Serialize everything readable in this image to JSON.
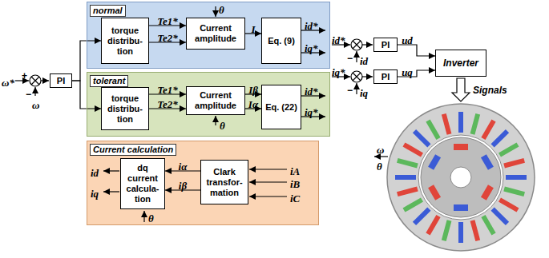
{
  "diagram": {
    "nodes": [
      {
        "text": [
          "PI"
        ]
      },
      {
        "text": [
          "normal"
        ]
      },
      {
        "text": [
          "torque distribu- tion"
        ],
        "in": 1
      },
      {
        "text": [
          "Current amplitude"
        ],
        "in": 1
      },
      {
        "text": [
          "Eq. (9)"
        ],
        "in": 1
      },
      {
        "text": [
          "tolerant"
        ]
      },
      {
        "text": [
          "torque distribu- tion"
        ],
        "in": 5
      },
      {
        "text": [
          "Current amplitude"
        ],
        "in": 5
      },
      {
        "text": [
          "Eq. (22)"
        ],
        "in": 5
      },
      {
        "text": [
          "PI"
        ]
      },
      {
        "text": [
          "PI"
        ]
      },
      {
        "text": [
          "Inverter"
        ]
      },
      {
        "text": [
          "Current calculation"
        ]
      },
      {
        "text": [
          "dq current calcula- tion"
        ],
        "in": 12
      },
      {
        "text": [
          "Clark transfor- mation"
        ],
        "in": 12
      }
    ],
    "edges": [
      {
        "from": 0,
        "to": 2,
        "arrow": "to"
      },
      {
        "from": 0,
        "to": 6,
        "arrow": "to"
      },
      {
        "from": 2,
        "to": 3,
        "label": "Te1*",
        "arrow": "to"
      },
      {
        "from": 2,
        "to": 3,
        "label": "Te2*",
        "arrow": "to"
      },
      {
        "from": 3,
        "to": 4,
        "label": "I",
        "arrow": "to"
      },
      {
        "from": 6,
        "to": 7,
        "label": "Te1*",
        "arrow": "to"
      },
      {
        "from": 6,
        "to": 7,
        "label": "Te2*",
        "arrow": "to"
      },
      {
        "from": 7,
        "to": 8,
        "label": "Iβ",
        "arrow": "to"
      },
      {
        "from": 7,
        "to": 8,
        "label": "Iα",
        "arrow": "to"
      },
      {
        "from": 9,
        "to": 11,
        "label": "ud",
        "arrow": "to"
      },
      {
        "from": 10,
        "to": 11,
        "label": "uq",
        "arrow": "to"
      },
      {
        "from": 14,
        "to": 13,
        "label": "iα",
        "arrow": "to"
      },
      {
        "from": 14,
        "to": 13,
        "label": "iβ",
        "arrow": "to"
      }
    ],
    "labels": [
      "ω*",
      "+",
      "−",
      "ω",
      "θ",
      "id*",
      "iq*",
      "θ",
      "id*",
      "iq*",
      "id*",
      "−",
      "id",
      "iq*",
      "−",
      "iq",
      "Signals",
      "ω",
      "θ",
      "id",
      "iq",
      "θ",
      "iA",
      "iB",
      "iC"
    ]
  }
}
